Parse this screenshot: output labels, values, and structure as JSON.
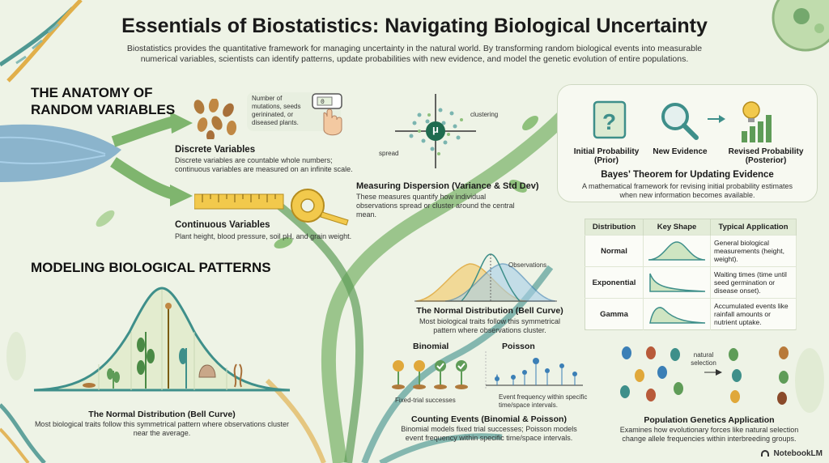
{
  "title": "Essentials of Biostatistics: Navigating Biological Uncertainty",
  "subtitle": "Biostatistics provides the quantitative framework for managing uncertainty in the natural world. By transforming random biological events into measurable numerical variables, scientists can identify patterns, update probabilities with new evidence, and model the genetic evolution of entire populations.",
  "anatomy": {
    "heading_line1": "THE ANATOMY OF",
    "heading_line2": "RANDOM VARIABLES",
    "callout": "Number of mutations, seeds gerininated, or diseased plants.",
    "discrete_title": "Discrete Variables",
    "discrete_desc": "Discrete variables are countable whole numbers; continuous variables are measured on an infinite scale.",
    "continuous_title": "Continuous Variables",
    "continuous_desc": "Plant height, blood pressure, soil pH, and grain weight."
  },
  "dispersion": {
    "label_clustering": "clustering",
    "label_spread": "spread",
    "symbol": "μ",
    "title": "Measuring Dispersion (Variance & Std Dev)",
    "desc": "These measures quantify how individual observations spread or cluster around the central mean."
  },
  "bayes": {
    "prior_label": "Initial Probability (Prior)",
    "evidence_label": "New Evidence",
    "posterior_label": "Revised Probability (Posterior)",
    "title": "Bayes' Theorem for Updating Evidence",
    "desc": "A mathematical framework for revising initial probability estimates when new information becomes available."
  },
  "table": {
    "headers": [
      "Distribution",
      "Key Shape",
      "Typical Application"
    ],
    "rows": [
      {
        "name": "Normal",
        "app": "General biological measurements (height, weight)."
      },
      {
        "name": "Exponential",
        "app": "Waiting times (time until seed germination or disease onset)."
      },
      {
        "name": "Gamma",
        "app": "Accumulated events like rainfall amounts or nutrient uptake."
      }
    ]
  },
  "modeling": {
    "heading": "MODELING BIOLOGICAL PATTERNS",
    "bell_title": "The Normal Distribution (Bell Curve)",
    "bell_desc": "Most biological traits follow this symmetrical pattern where observations cluster near the average."
  },
  "center_normal": {
    "observations_label": "Observations",
    "title": "The Normal Distribution (Bell Curve)",
    "desc": "Most biological traits follow this symmetrical pattern where observations cluster."
  },
  "counting": {
    "binomial_label": "Binomial",
    "poisson_label": "Poisson",
    "binomial_caption": "Fixed-trial successes",
    "poisson_caption": "Event frequency within specific time/space intervals.",
    "title": "Counting Events (Binomial & Poisson)",
    "desc": "Binomial models fixed trial successes; Poisson models event frequency within specific time/space intervals."
  },
  "population": {
    "selection_label": "natural selection",
    "title": "Population Genetics Application",
    "desc": "Examines how evolutionary forces like natural selection change allele frequencies within interbreeding groups."
  },
  "branding": "NotebookLM",
  "colors": {
    "accent_green": "#5f9c58",
    "teal": "#3e8f8a",
    "gold": "#e0a83a",
    "blue": "#3b7fb6",
    "background": "#eef3e6"
  }
}
